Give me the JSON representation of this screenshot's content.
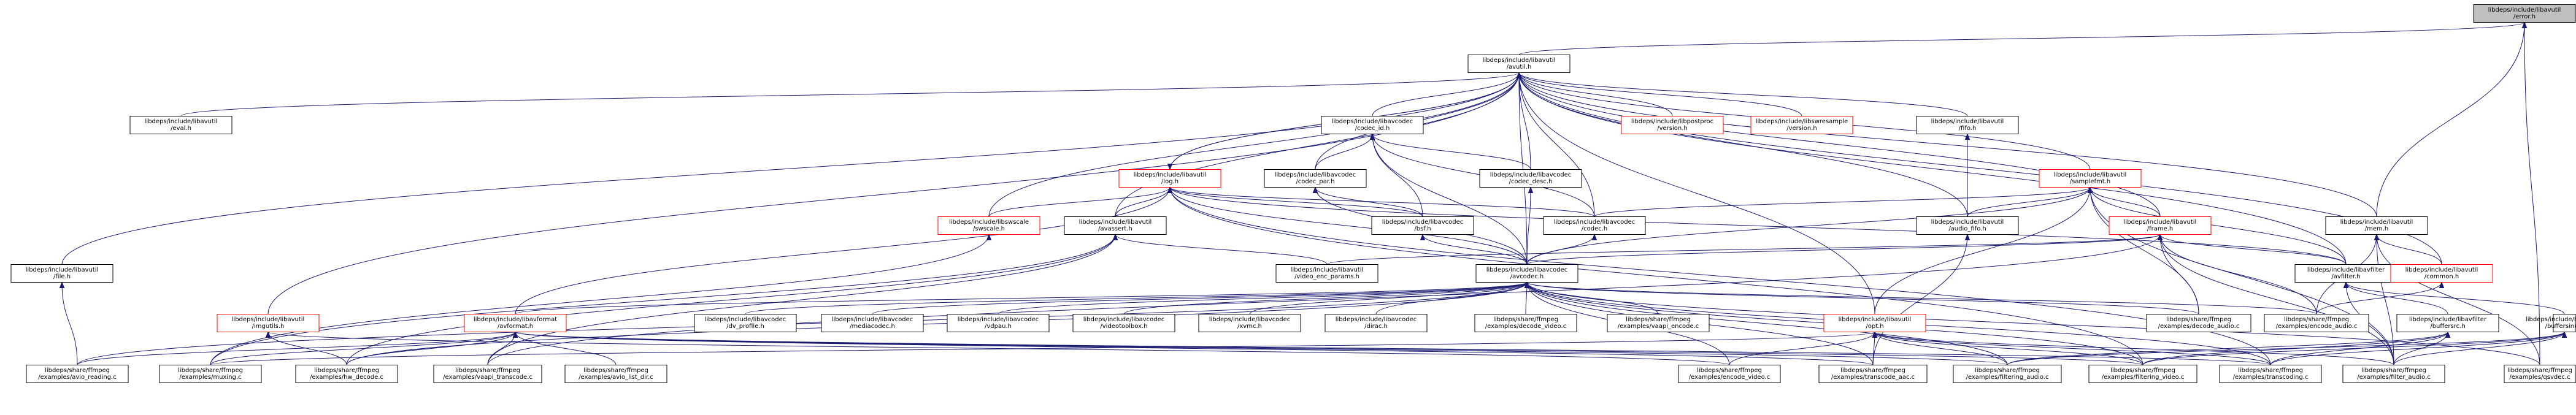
{
  "graph": {
    "nodes": [
      {
        "id": "error_h",
        "lines": [
          "libdeps/include/libavutil",
          "/error.h"
        ],
        "style": "root"
      },
      {
        "id": "avutil_h",
        "lines": [
          "libdeps/include/libavutil",
          "/avutil.h"
        ],
        "style": "normal"
      },
      {
        "id": "eval_h",
        "lines": [
          "libdeps/include/libavutil",
          "/eval.h"
        ],
        "style": "normal"
      },
      {
        "id": "codec_id_h",
        "lines": [
          "libdeps/include/libavcodec",
          "/codec_id.h"
        ],
        "style": "normal"
      },
      {
        "id": "postproc_version_h",
        "lines": [
          "libdeps/include/libpostproc",
          "/version.h"
        ],
        "style": "red"
      },
      {
        "id": "swresample_version_h",
        "lines": [
          "libdeps/include/libswresample",
          "/version.h"
        ],
        "style": "red"
      },
      {
        "id": "fifo_h",
        "lines": [
          "libdeps/include/libavutil",
          "/fifo.h"
        ],
        "style": "normal"
      },
      {
        "id": "log_h",
        "lines": [
          "libdeps/include/libavutil",
          "/log.h"
        ],
        "style": "red"
      },
      {
        "id": "codec_par_h",
        "lines": [
          "libdeps/include/libavcodec",
          "/codec_par.h"
        ],
        "style": "normal"
      },
      {
        "id": "codec_desc_h",
        "lines": [
          "libdeps/include/libavcodec",
          "/codec_desc.h"
        ],
        "style": "normal"
      },
      {
        "id": "samplefmt_h",
        "lines": [
          "libdeps/include/libavutil",
          "/samplefmt.h"
        ],
        "style": "red"
      },
      {
        "id": "mem_h",
        "lines": [
          "libdeps/include/libavutil",
          "/mem.h"
        ],
        "style": "normal"
      },
      {
        "id": "swscale_h",
        "lines": [
          "libdeps/include/libswscale",
          "/swscale.h"
        ],
        "style": "red"
      },
      {
        "id": "avassert_h",
        "lines": [
          "libdeps/include/libavutil",
          "/avassert.h"
        ],
        "style": "normal"
      },
      {
        "id": "bsf_h",
        "lines": [
          "libdeps/include/libavcodec",
          "/bsf.h"
        ],
        "style": "normal"
      },
      {
        "id": "codec_h",
        "lines": [
          "libdeps/include/libavcodec",
          "/codec.h"
        ],
        "style": "normal"
      },
      {
        "id": "audio_fifo_h",
        "lines": [
          "libdeps/include/libavutil",
          "/audio_fifo.h"
        ],
        "style": "normal"
      },
      {
        "id": "frame_h",
        "lines": [
          "libdeps/include/libavutil",
          "/frame.h"
        ],
        "style": "red"
      },
      {
        "id": "file_h",
        "lines": [
          "libdeps/include/libavutil",
          "/file.h"
        ],
        "style": "normal"
      },
      {
        "id": "video_enc_params_h",
        "lines": [
          "libdeps/include/libavutil",
          "/video_enc_params.h"
        ],
        "style": "normal"
      },
      {
        "id": "avcodec_h",
        "lines": [
          "libdeps/include/libavcodec",
          "/avcodec.h"
        ],
        "style": "normal"
      },
      {
        "id": "avfilter_h",
        "lines": [
          "libdeps/include/libavfilter",
          "/avfilter.h"
        ],
        "style": "normal"
      },
      {
        "id": "common_h",
        "lines": [
          "libdeps/include/libavutil",
          "/common.h"
        ],
        "style": "red"
      },
      {
        "id": "imgutils_h",
        "lines": [
          "libdeps/include/libavutil",
          "/imgutils.h"
        ],
        "style": "red"
      },
      {
        "id": "avformat_h",
        "lines": [
          "libdeps/include/libavformat",
          "/avformat.h"
        ],
        "style": "red"
      },
      {
        "id": "dv_profile_h",
        "lines": [
          "libdeps/include/libavcodec",
          "/dv_profile.h"
        ],
        "style": "normal"
      },
      {
        "id": "mediacodec_h",
        "lines": [
          "libdeps/include/libavcodec",
          "/mediacodec.h"
        ],
        "style": "normal"
      },
      {
        "id": "vdpau_h",
        "lines": [
          "libdeps/include/libavcodec",
          "/vdpau.h"
        ],
        "style": "normal"
      },
      {
        "id": "videotoolbox_h",
        "lines": [
          "libdeps/include/libavcodec",
          "/videotoolbox.h"
        ],
        "style": "normal"
      },
      {
        "id": "xvmc_h",
        "lines": [
          "libdeps/include/libavcodec",
          "/xvmc.h"
        ],
        "style": "normal"
      },
      {
        "id": "dirac_h",
        "lines": [
          "libdeps/include/libavcodec",
          "/dirac.h"
        ],
        "style": "normal"
      },
      {
        "id": "decode_video_c",
        "lines": [
          "libdeps/share/ffmpeg",
          "/examples/decode_video.c"
        ],
        "style": "normal"
      },
      {
        "id": "vaapi_encode_c",
        "lines": [
          "libdeps/share/ffmpeg",
          "/examples/vaapi_encode.c"
        ],
        "style": "normal"
      },
      {
        "id": "opt_h",
        "lines": [
          "libdeps/include/libavutil",
          "/opt.h"
        ],
        "style": "red"
      },
      {
        "id": "decode_audio_c",
        "lines": [
          "libdeps/share/ffmpeg",
          "/examples/decode_audio.c"
        ],
        "style": "normal"
      },
      {
        "id": "encode_audio_c",
        "lines": [
          "libdeps/share/ffmpeg",
          "/examples/encode_audio.c"
        ],
        "style": "normal"
      },
      {
        "id": "buffersrc_h",
        "lines": [
          "libdeps/include/libavfilter",
          "/buffersrc.h"
        ],
        "style": "normal"
      },
      {
        "id": "buffersink_h",
        "lines": [
          "libdeps/include/libavfilter",
          "/buffersink.h"
        ],
        "style": "normal"
      },
      {
        "id": "avio_reading_c",
        "lines": [
          "libdeps/share/ffmpeg",
          "/examples/avio_reading.c"
        ],
        "style": "normal"
      },
      {
        "id": "muxing_c",
        "lines": [
          "libdeps/share/ffmpeg",
          "/examples/muxing.c"
        ],
        "style": "normal"
      },
      {
        "id": "hw_decode_c",
        "lines": [
          "libdeps/share/ffmpeg",
          "/examples/hw_decode.c"
        ],
        "style": "normal"
      },
      {
        "id": "vaapi_transcode_c",
        "lines": [
          "libdeps/share/ffmpeg",
          "/examples/vaapi_transcode.c"
        ],
        "style": "normal"
      },
      {
        "id": "avio_list_dir_c",
        "lines": [
          "libdeps/share/ffmpeg",
          "/examples/avio_list_dir.c"
        ],
        "style": "normal"
      },
      {
        "id": "encode_video_c",
        "lines": [
          "libdeps/share/ffmpeg",
          "/examples/encode_video.c"
        ],
        "style": "normal"
      },
      {
        "id": "transcode_aac_c",
        "lines": [
          "libdeps/share/ffmpeg",
          "/examples/transcode_aac.c"
        ],
        "style": "normal"
      },
      {
        "id": "filtering_audio_c",
        "lines": [
          "libdeps/share/ffmpeg",
          "/examples/filtering_audio.c"
        ],
        "style": "normal"
      },
      {
        "id": "filtering_video_c",
        "lines": [
          "libdeps/share/ffmpeg",
          "/examples/filtering_video.c"
        ],
        "style": "normal"
      },
      {
        "id": "transcoding_c",
        "lines": [
          "libdeps/share/ffmpeg",
          "/examples/transcoding.c"
        ],
        "style": "normal"
      },
      {
        "id": "filter_audio_c",
        "lines": [
          "libdeps/share/ffmpeg",
          "/examples/filter_audio.c"
        ],
        "style": "normal"
      },
      {
        "id": "qsvdec_c",
        "lines": [
          "libdeps/share/ffmpeg",
          "/examples/qsvdec.c"
        ],
        "style": "normal"
      }
    ],
    "edges": [
      [
        "error_h",
        "avutil_h"
      ],
      [
        "error_h",
        "mem_h"
      ],
      [
        "error_h",
        "qsvdec_c"
      ],
      [
        "avutil_h",
        "eval_h"
      ],
      [
        "avutil_h",
        "codec_id_h"
      ],
      [
        "avutil_h",
        "postproc_version_h"
      ],
      [
        "avutil_h",
        "swresample_version_h"
      ],
      [
        "avutil_h",
        "fifo_h"
      ],
      [
        "avutil_h",
        "log_h"
      ],
      [
        "avutil_h",
        "codec_par_h"
      ],
      [
        "avutil_h",
        "codec_desc_h"
      ],
      [
        "avutil_h",
        "samplefmt_h"
      ],
      [
        "avutil_h",
        "mem_h"
      ],
      [
        "avutil_h",
        "swscale_h"
      ],
      [
        "avutil_h",
        "avassert_h"
      ],
      [
        "avutil_h",
        "codec_h"
      ],
      [
        "avutil_h",
        "audio_fifo_h"
      ],
      [
        "avutil_h",
        "frame_h"
      ],
      [
        "avutil_h",
        "file_h"
      ],
      [
        "avutil_h",
        "avcodec_h"
      ],
      [
        "avutil_h",
        "avfilter_h"
      ],
      [
        "avutil_h",
        "common_h"
      ],
      [
        "avutil_h",
        "imgutils_h"
      ],
      [
        "avutil_h",
        "opt_h"
      ],
      [
        "log_h",
        "avutil_h"
      ],
      [
        "log_h",
        "swscale_h"
      ],
      [
        "log_h",
        "avassert_h"
      ],
      [
        "log_h",
        "bsf_h"
      ],
      [
        "log_h",
        "codec_h"
      ],
      [
        "log_h",
        "avcodec_h"
      ],
      [
        "log_h",
        "avformat_h"
      ],
      [
        "log_h",
        "avfilter_h"
      ],
      [
        "log_h",
        "filtering_video_c"
      ],
      [
        "log_h",
        "transcoding_c"
      ],
      [
        "codec_id_h",
        "codec_par_h"
      ],
      [
        "codec_id_h",
        "codec_desc_h"
      ],
      [
        "codec_id_h",
        "bsf_h"
      ],
      [
        "codec_id_h",
        "codec_h"
      ],
      [
        "codec_id_h",
        "avcodec_h"
      ],
      [
        "codec_par_h",
        "bsf_h"
      ],
      [
        "codec_par_h",
        "avcodec_h"
      ],
      [
        "codec_desc_h",
        "avcodec_h"
      ],
      [
        "codec_h",
        "avcodec_h"
      ],
      [
        "bsf_h",
        "avcodec_h"
      ],
      [
        "fifo_h",
        "audio_fifo_h"
      ],
      [
        "samplefmt_h",
        "codec_h"
      ],
      [
        "samplefmt_h",
        "audio_fifo_h"
      ],
      [
        "samplefmt_h",
        "frame_h"
      ],
      [
        "samplefmt_h",
        "avcodec_h"
      ],
      [
        "samplefmt_h",
        "avfilter_h"
      ],
      [
        "samplefmt_h",
        "opt_h"
      ],
      [
        "samplefmt_h",
        "decode_audio_c"
      ],
      [
        "samplefmt_h",
        "filter_audio_c"
      ],
      [
        "mem_h",
        "common_h"
      ],
      [
        "mem_h",
        "encode_audio_c"
      ],
      [
        "mem_h",
        "filter_audio_c"
      ],
      [
        "mem_h",
        "qsvdec_c"
      ],
      [
        "swscale_h",
        "muxing_c"
      ],
      [
        "avassert_h",
        "video_enc_params_h"
      ],
      [
        "avassert_h",
        "muxing_c"
      ],
      [
        "avassert_h",
        "hw_decode_c"
      ],
      [
        "avassert_h",
        "vaapi_transcode_c"
      ],
      [
        "audio_fifo_h",
        "transcode_aac_c"
      ],
      [
        "frame_h",
        "video_enc_params_h"
      ],
      [
        "frame_h",
        "avcodec_h"
      ],
      [
        "frame_h",
        "avfilter_h"
      ],
      [
        "frame_h",
        "decode_audio_c"
      ],
      [
        "frame_h",
        "encode_audio_c"
      ],
      [
        "frame_h",
        "filter_audio_c"
      ],
      [
        "frame_h",
        "vaapi_transcode_c"
      ],
      [
        "file_h",
        "avio_reading_c"
      ],
      [
        "avcodec_h",
        "avformat_h"
      ],
      [
        "avcodec_h",
        "dv_profile_h"
      ],
      [
        "avcodec_h",
        "mediacodec_h"
      ],
      [
        "avcodec_h",
        "vdpau_h"
      ],
      [
        "avcodec_h",
        "videotoolbox_h"
      ],
      [
        "avcodec_h",
        "xvmc_h"
      ],
      [
        "avcodec_h",
        "dirac_h"
      ],
      [
        "avcodec_h",
        "decode_video_c"
      ],
      [
        "avcodec_h",
        "vaapi_encode_c"
      ],
      [
        "avcodec_h",
        "decode_audio_c"
      ],
      [
        "avcodec_h",
        "encode_audio_c"
      ],
      [
        "avcodec_h",
        "avio_reading_c"
      ],
      [
        "avcodec_h",
        "hw_decode_c"
      ],
      [
        "avcodec_h",
        "encode_video_c"
      ],
      [
        "avcodec_h",
        "transcode_aac_c"
      ],
      [
        "avcodec_h",
        "filtering_audio_c"
      ],
      [
        "avcodec_h",
        "filtering_video_c"
      ],
      [
        "avcodec_h",
        "transcoding_c"
      ],
      [
        "avcodec_h",
        "qsvdec_c"
      ],
      [
        "avfilter_h",
        "buffersrc_h"
      ],
      [
        "avfilter_h",
        "buffersink_h"
      ],
      [
        "avfilter_h",
        "filter_audio_c"
      ],
      [
        "common_h",
        "encode_audio_c"
      ],
      [
        "imgutils_h",
        "hw_decode_c"
      ],
      [
        "imgutils_h",
        "encode_video_c"
      ],
      [
        "avformat_h",
        "avio_reading_c"
      ],
      [
        "avformat_h",
        "muxing_c"
      ],
      [
        "avformat_h",
        "hw_decode_c"
      ],
      [
        "avformat_h",
        "vaapi_transcode_c"
      ],
      [
        "avformat_h",
        "avio_list_dir_c"
      ],
      [
        "avformat_h",
        "transcode_aac_c"
      ],
      [
        "avformat_h",
        "filtering_audio_c"
      ],
      [
        "avformat_h",
        "filtering_video_c"
      ],
      [
        "avformat_h",
        "transcoding_c"
      ],
      [
        "opt_h",
        "muxing_c"
      ],
      [
        "opt_h",
        "transcode_aac_c"
      ],
      [
        "opt_h",
        "filtering_audio_c"
      ],
      [
        "opt_h",
        "filtering_video_c"
      ],
      [
        "opt_h",
        "transcoding_c"
      ],
      [
        "opt_h",
        "filter_audio_c"
      ],
      [
        "opt_h",
        "encode_video_c"
      ],
      [
        "buffersrc_h",
        "filtering_audio_c"
      ],
      [
        "buffersrc_h",
        "filtering_video_c"
      ],
      [
        "buffersrc_h",
        "transcoding_c"
      ],
      [
        "buffersrc_h",
        "filter_audio_c"
      ],
      [
        "buffersink_h",
        "filtering_audio_c"
      ],
      [
        "buffersink_h",
        "filtering_video_c"
      ],
      [
        "buffersink_h",
        "transcoding_c"
      ],
      [
        "buffersink_h",
        "filter_audio_c"
      ]
    ]
  }
}
